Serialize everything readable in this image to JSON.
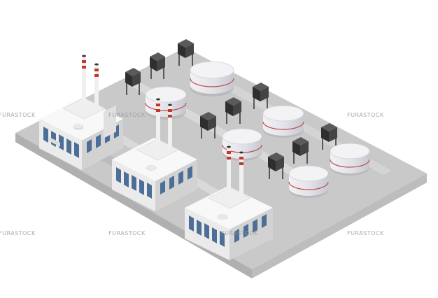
{
  "colors": {
    "background": "#ffffff",
    "ground_top": "#c9c9c9",
    "ground_shadow": "#b3b3b3",
    "road": "#dedede",
    "building_top": "#f7f7f7",
    "building_left": "#e6e6e6",
    "building_right": "#cfcfcf",
    "window": "#4d6f97",
    "chimney_stripe": "#c0392b",
    "tank_body": "#e3e3e9",
    "tank_band": "#c04a4a",
    "silo": "#3a3a3a"
  },
  "watermarks": [
    {
      "text": "FURASTOCK"
    },
    {
      "text": "FURASTOCK"
    },
    {
      "text": "FURASTOCK"
    },
    {
      "text": "FURASTOCK"
    },
    {
      "text": "FURASTOCK"
    },
    {
      "text": "FURASTOCK"
    },
    {
      "text": "FURASTOCK"
    }
  ]
}
